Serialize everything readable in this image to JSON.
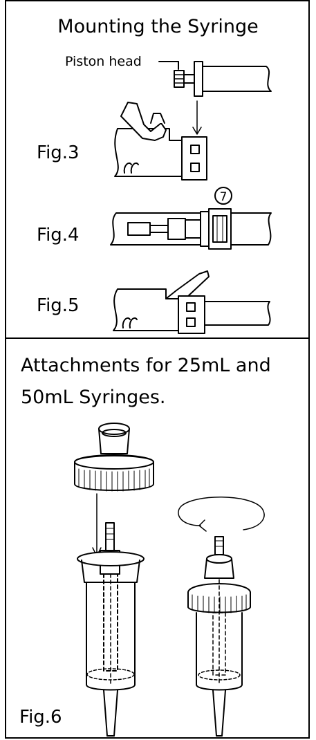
{
  "section1": {
    "title": "Mounting the Syringe",
    "piston_label": "Piston head",
    "fig3": "Fig.3",
    "fig4": "Fig.4",
    "fig5": "Fig.5",
    "callout_number": "7"
  },
  "section2": {
    "title_line1": "Attachments for 25mL and",
    "title_line2": "50mL Syringes.",
    "fig6": "Fig.6"
  }
}
